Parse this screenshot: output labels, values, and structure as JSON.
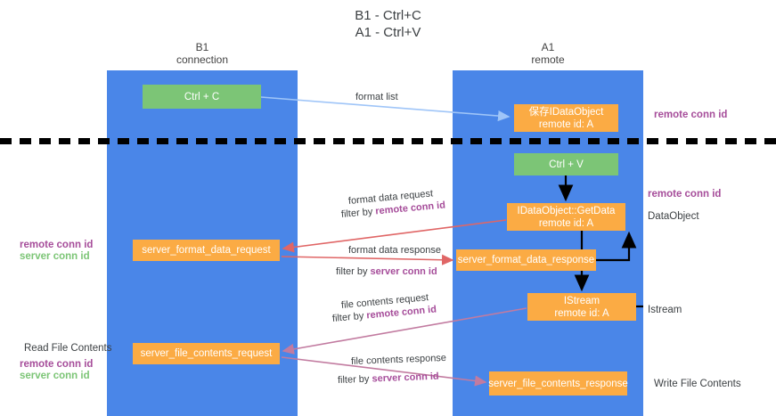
{
  "title": {
    "line1": "B1 - Ctrl+C",
    "line2": "A1 - Ctrl+V"
  },
  "lanes": [
    {
      "id": "b1",
      "name": "B1",
      "role": "connection"
    },
    {
      "id": "a1",
      "name": "A1",
      "role": "remote"
    }
  ],
  "nodes": {
    "ctrl_c": {
      "label": "Ctrl + C",
      "color": "#7cc576"
    },
    "save_dataobject": {
      "line1": "保存IDataObject",
      "line2": "remote id: A",
      "color": "#fbab44"
    },
    "ctrl_v": {
      "label": "Ctrl + V",
      "color": "#7cc576"
    },
    "getdata": {
      "line1": "IDataObject::GetData",
      "line2": "remote id: A",
      "color": "#fbab44"
    },
    "format_req": {
      "label": "server_format_data_request",
      "color": "#fbab44"
    },
    "format_resp": {
      "label": "server_format_data_response",
      "color": "#fbab44"
    },
    "istream": {
      "line1": "IStream",
      "line2": "remote id: A",
      "color": "#fbab44"
    },
    "file_req": {
      "label": "server_file_contents_request",
      "color": "#fbab44"
    },
    "file_resp": {
      "label": "server_file_contents_response",
      "color": "#fbab44"
    }
  },
  "edge_labels": {
    "format_list": "format list",
    "format_data_request": "format data request",
    "filter_by": "filter by ",
    "remote_conn_id": "remote conn id",
    "server_conn_id": "server conn id",
    "format_data_response": "format data response",
    "file_contents_request": "file contents request",
    "file_contents_response": "file contents response"
  },
  "annotations": {
    "right_remote_conn_id_top": "remote conn id",
    "right_remote_conn_id_mid": "remote conn id",
    "dataobject": "DataObject",
    "istream": "Istream",
    "write_file_contents": "Write File Contents",
    "left_remote_conn_id_mid": "remote conn id",
    "left_server_conn_id_mid": "server conn id",
    "read_file_contents": "Read File Contents",
    "left_remote_conn_id_bottom": "remote conn id",
    "left_server_conn_id_bottom": "server conn id"
  },
  "colors": {
    "lane": "#4a86e8",
    "green_node": "#7cc576",
    "orange_node": "#fbab44",
    "purple_text": "#a64d9a",
    "green_text": "#7cc576",
    "arrow_blue": "#9fc5f8",
    "arrow_red": "#e06666",
    "arrow_magenta": "#c27ba0",
    "arrow_black": "#000000",
    "divider": "#000000",
    "background": "#ffffff"
  }
}
